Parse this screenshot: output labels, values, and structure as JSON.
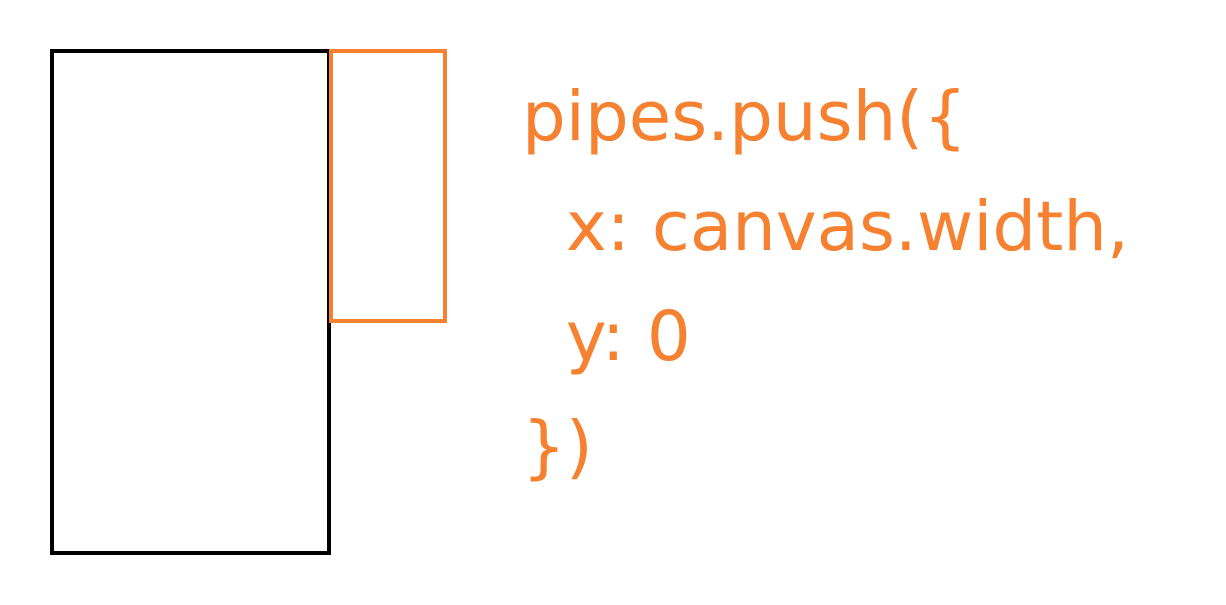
{
  "code": {
    "lines": [
      "pipes.push({",
      "  x: canvas.width,",
      "  y: 0",
      "})"
    ]
  },
  "colors": {
    "canvas_outline": "#000000",
    "pipe_outline": "#f58131",
    "code_text": "#f58131",
    "background": "#ffffff"
  }
}
